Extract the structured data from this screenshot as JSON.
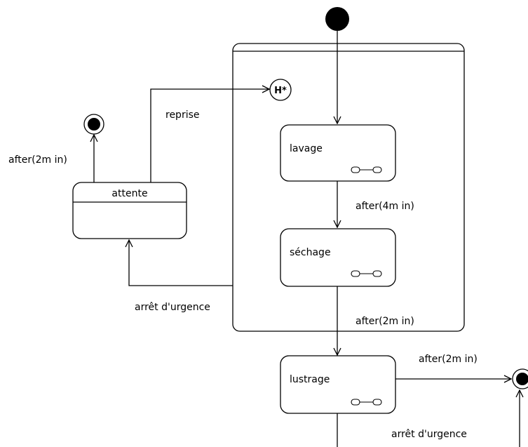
{
  "states": {
    "attente": "attente",
    "lavage": "lavage",
    "sechage": "séchage",
    "lustrage": "lustrage"
  },
  "history": {
    "label": "H*"
  },
  "transitions": {
    "after_2min_attente": "after(2m in)",
    "reprise": "reprise",
    "after_4min": "after(4m in)",
    "after_2min_sechage": "after(2m in)",
    "arret_urgence_1": "arrêt d'urgence",
    "after_2min_lustrage": "after(2m in)",
    "arret_urgence_2": "arrêt d'urgence"
  }
}
